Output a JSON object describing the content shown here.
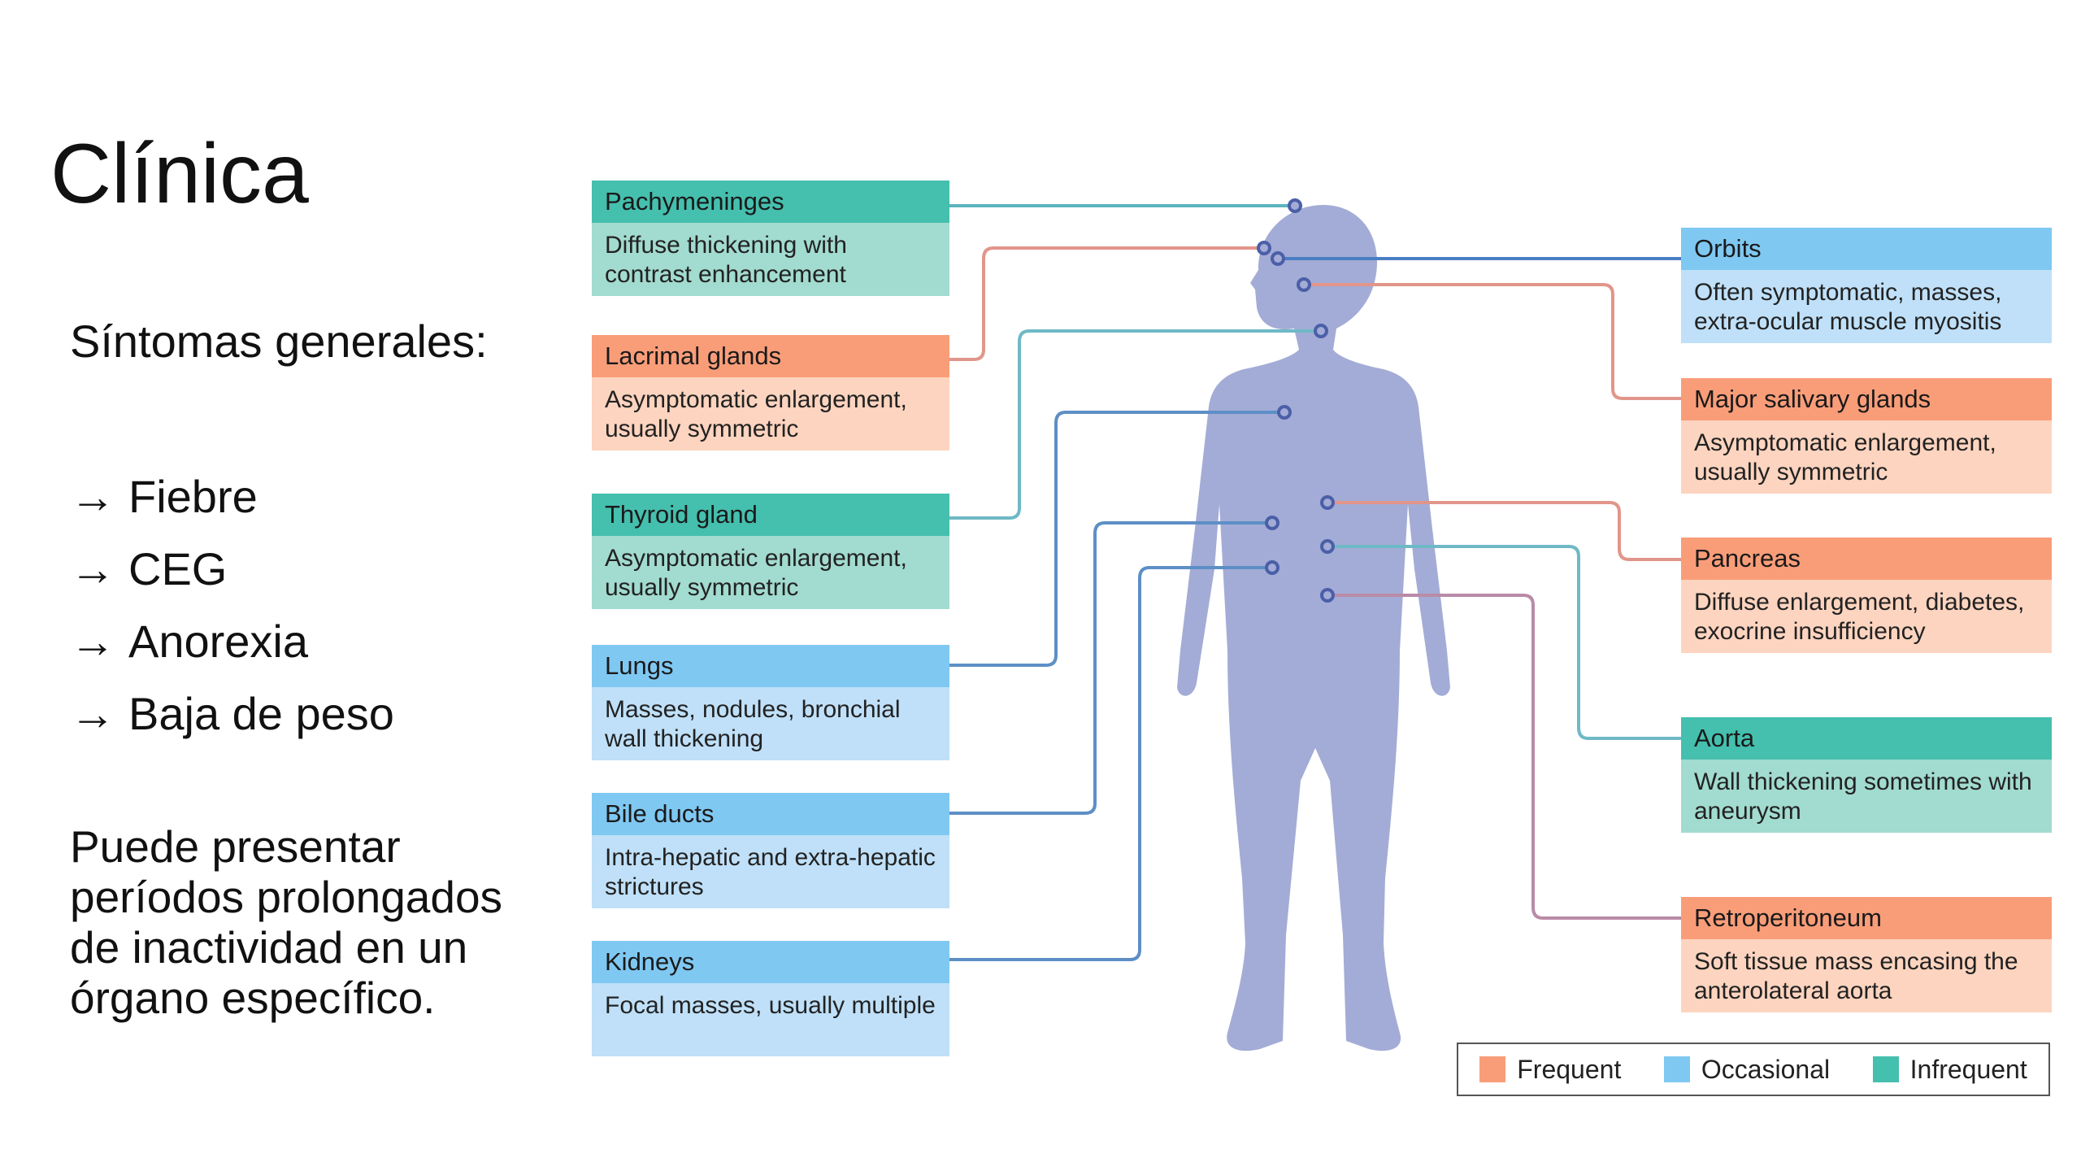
{
  "slide": {
    "title": "Clínica",
    "subtitle": "Síntomas generales:",
    "symptoms": [
      "Fiebre",
      "CEG",
      "Anorexia",
      "Baja de peso"
    ],
    "arrow": "→",
    "note": "Puede presentar períodos prolongados de inactividad en un órgano específico."
  },
  "colors": {
    "frequent": "#f99d79",
    "occasional": "#7fc8f2",
    "infrequent": "#45bfae",
    "body": "#a3acd6"
  },
  "organs": {
    "pachymeninges": {
      "name": "Pachymeninges",
      "description": "Diffuse thickening with contrast enhancement",
      "frequency": "infrequent"
    },
    "lacrimal": {
      "name": "Lacrimal glands",
      "description": "Asymptomatic enlargement, usually symmetric",
      "frequency": "frequent"
    },
    "thyroid": {
      "name": "Thyroid gland",
      "description": "Asymptomatic enlargement, usually symmetric",
      "frequency": "infrequent"
    },
    "lungs": {
      "name": "Lungs",
      "description": "Masses, nodules, bronchial wall thickening",
      "frequency": "occasional"
    },
    "bile": {
      "name": "Bile ducts",
      "description": "Intra-hepatic and extra-hepatic strictures",
      "frequency": "occasional"
    },
    "kidneys": {
      "name": "Kidneys",
      "description": "Focal masses, usually multiple",
      "frequency": "occasional"
    },
    "orbits": {
      "name": "Orbits",
      "description": "Often symptomatic, masses, extra-ocular muscle myositis",
      "frequency": "occasional"
    },
    "salivary": {
      "name": "Major salivary glands",
      "description": "Asymptomatic enlargement, usually symmetric",
      "frequency": "frequent"
    },
    "pancreas": {
      "name": "Pancreas",
      "description": "Diffuse enlargement, diabetes, exocrine insufficiency",
      "frequency": "frequent"
    },
    "aorta": {
      "name": "Aorta",
      "description": "Wall thickening sometimes with aneurysm",
      "frequency": "infrequent"
    },
    "retro": {
      "name": "Retroperitoneum",
      "description": "Soft tissue mass encasing the anterolateral aorta",
      "frequency": "frequent"
    }
  },
  "legend": {
    "frequent": "Frequent",
    "occasional": "Occasional",
    "infrequent": "Infrequent"
  }
}
